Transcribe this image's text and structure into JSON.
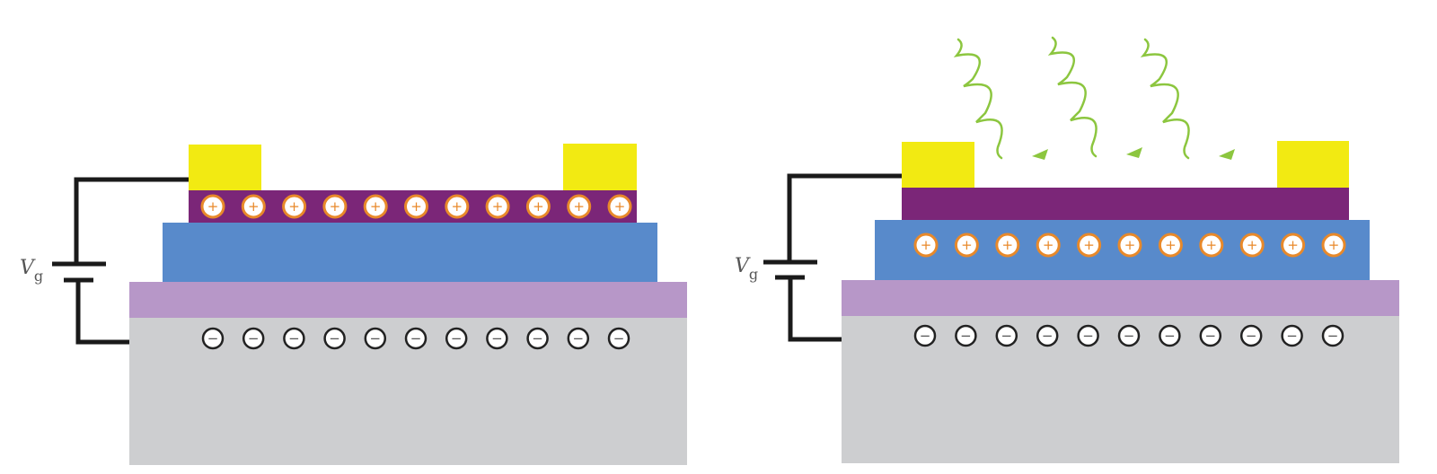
{
  "panels": [
    {
      "name": "dark-state",
      "gate_label": "V",
      "gate_subscript": "g",
      "positive_charge_symbol": "+",
      "negative_charge_symbol": "−",
      "positive_charges": 11,
      "negative_charges": 11,
      "positive_charge_layer": "purple-channel",
      "light": false
    },
    {
      "name": "illuminated-state",
      "gate_label": "V",
      "gate_subscript": "g",
      "positive_charge_symbol": "+",
      "negative_charge_symbol": "−",
      "positive_charges": 11,
      "negative_charges": 11,
      "positive_charge_layer": "blue-layer",
      "light": true,
      "photon_arrows": 3
    }
  ],
  "colors": {
    "electrode": "#f2ea12",
    "channel": "#7b2678",
    "blue_layer": "#588acb",
    "dielectric": "#b797c8",
    "substrate": "#cdced0",
    "wire": "#1a1a1a",
    "photon": "#8cc63f",
    "positive_ring": "#e8892a"
  }
}
